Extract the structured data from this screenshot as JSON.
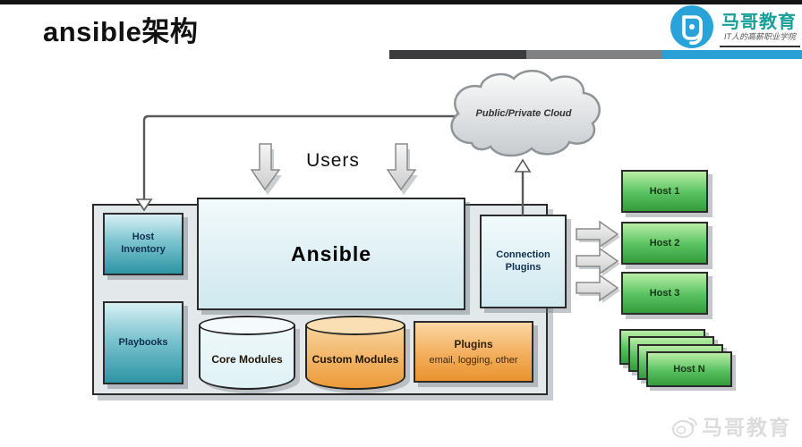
{
  "slide": {
    "title": "ansible架构"
  },
  "brand": {
    "name": "马哥教育",
    "tagline": "IT人的高薪职业学院",
    "watermark_text": "马哥教育",
    "logo_color": "#2aa3d8",
    "name_color": "#16a099"
  },
  "accent_bar": {
    "segments": [
      {
        "name": "dark",
        "color": "#3c3c3e"
      },
      {
        "name": "gray",
        "color": "#7f8183"
      },
      {
        "name": "blue",
        "color": "#2aa0d6"
      }
    ]
  },
  "diagram": {
    "cloud_label": "Public/Private Cloud",
    "users_label": "Users",
    "host_inventory_label": "Host Inventory",
    "playbooks_label": "Playbooks",
    "ansible_label": "Ansible",
    "connection_plugins_label": "Connection Plugins",
    "core_modules_label": "Core Modules",
    "custom_modules_label": "Custom Modules",
    "plugins_title": "Plugins",
    "plugins_subtitle": "email, logging, other",
    "hosts": [
      {
        "label": "Host 1"
      },
      {
        "label": "Host 2"
      },
      {
        "label": "Host 3"
      },
      {
        "label": "Host N"
      }
    ],
    "colors": {
      "teal_box": "#2e95a5",
      "cyan_box": "#d3ebf1",
      "orange_box": "#ea9330",
      "green_box": "#359b3c",
      "container_bg": "#e3e8ea",
      "connector": "#5a5a5a"
    }
  }
}
